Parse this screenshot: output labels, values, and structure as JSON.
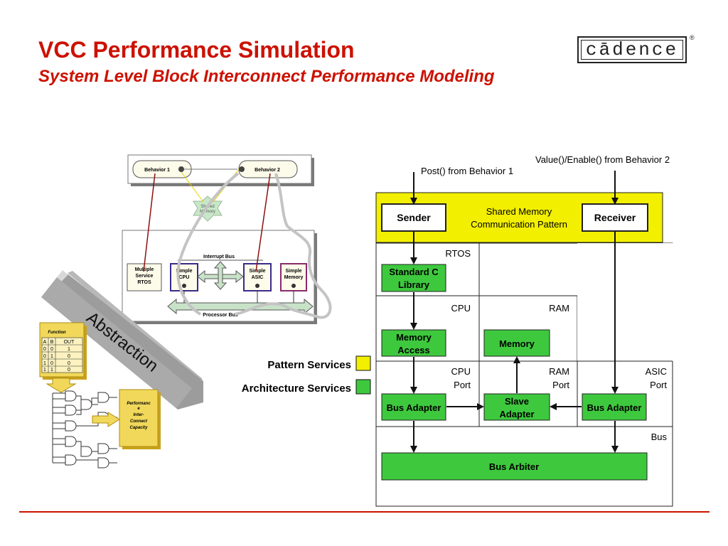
{
  "header": {
    "title": "VCC Performance Simulation",
    "subtitle": "System Level Block Interconnect Performance Modeling",
    "logo_text": "cādence",
    "logo_mark": "®"
  },
  "left_figure": {
    "behavior_1": "Behavior 1",
    "behavior_2": "Behavior 2",
    "shared_memory_1": "Shared",
    "shared_memory_2": "Memory",
    "interrupt_bus": "Interrupt Bus",
    "processor_bus": "Processor Bus",
    "block_1_l1": "Multiple",
    "block_1_l2": "Service",
    "block_1_l3": "RTOS",
    "block_2_l1": "Simple",
    "block_2_l2": "CPU",
    "block_3_l1": "Simple",
    "block_3_l2": "ASIC",
    "block_4_l1": "Simple",
    "block_4_l2": "Memory",
    "abstraction": "Abstraction",
    "function_card": "Function",
    "truth_table_headers": [
      "A",
      "B",
      "OUT"
    ],
    "truth_table_rows": [
      [
        "0",
        "0",
        "1"
      ],
      [
        "0",
        "1",
        "0"
      ],
      [
        "1",
        "0",
        "0"
      ],
      [
        "1",
        "1",
        "0"
      ]
    ],
    "perf_card_l1": "Performanc",
    "perf_card_l2": "e",
    "perf_card_l3": "Inter-",
    "perf_card_l4": "Connect",
    "perf_card_l5": "Capacity"
  },
  "legend": {
    "pattern_services": "Pattern Services",
    "architecture_services": "Architecture Services",
    "pattern_color": "#f2ef00",
    "architecture_color": "#3ec83e"
  },
  "right_figure": {
    "post_label": "Post() from Behavior 1",
    "value_label": "Value()/Enable() from Behavior 2",
    "shared_memory_pattern_l1": "Shared Memory",
    "shared_memory_pattern_l2": "Communication Pattern",
    "sender": "Sender",
    "receiver": "Receiver",
    "rtos": "RTOS",
    "standard_c_l1": "Standard C",
    "standard_c_l2": "Library",
    "cpu": "CPU",
    "ram": "RAM",
    "memory_access_l1": "Memory",
    "memory_access_l2": "Access",
    "memory": "Memory",
    "cpu_port_l1": "CPU",
    "cpu_port_l2": "Port",
    "ram_port_l1": "RAM",
    "ram_port_l2": "Port",
    "asic_port_l1": "ASIC",
    "asic_port_l2": "Port",
    "bus_adapter_left": "Bus Adapter",
    "slave_adapter_l1": "Slave",
    "slave_adapter_l2": "Adapter",
    "bus_adapter_right": "Bus Adapter",
    "bus": "Bus",
    "bus_arbiter": "Bus Arbiter"
  }
}
